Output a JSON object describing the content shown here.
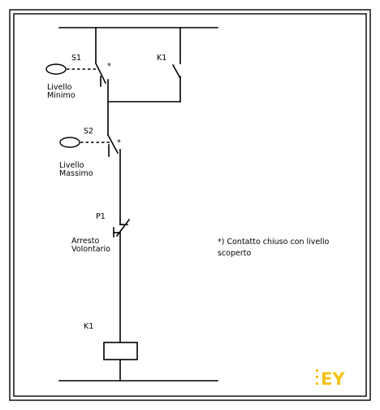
{
  "components": {
    "s1": {
      "tag": "S1",
      "mark": "*",
      "caption_line1": "Livello",
      "caption_line2": "Minimo"
    },
    "s2": {
      "tag": "S2",
      "mark": "*",
      "caption_line1": "Livello",
      "caption_line2": "Massimo"
    },
    "p1": {
      "tag": "P1",
      "caption_line1": "Arresto",
      "caption_line2": "Volontario"
    },
    "k1_contact": {
      "tag": "K1"
    },
    "k1_coil": {
      "tag": "K1"
    }
  },
  "note": {
    "line1": "*) Contatto chiuso con livello",
    "line2": "scoperto"
  },
  "logo": {
    "text": "EY",
    "color": "#f0c419"
  },
  "colors": {
    "wire": "#000000",
    "frame": "#000000",
    "background": "#ffffff"
  }
}
